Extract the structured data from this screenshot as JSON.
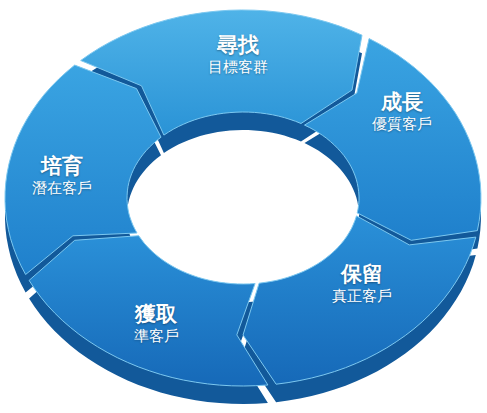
{
  "diagram": {
    "nodes": [
      {
        "text": [
          "尋找",
          "目標客群"
        ]
      },
      {
        "text": [
          "成長",
          "優質客戶"
        ]
      },
      {
        "text": [
          "保留",
          "真正客戶"
        ]
      },
      {
        "text": [
          "獲取",
          "準客戶"
        ]
      },
      {
        "text": [
          "培育",
          "潛在客戶"
        ]
      }
    ]
  }
}
